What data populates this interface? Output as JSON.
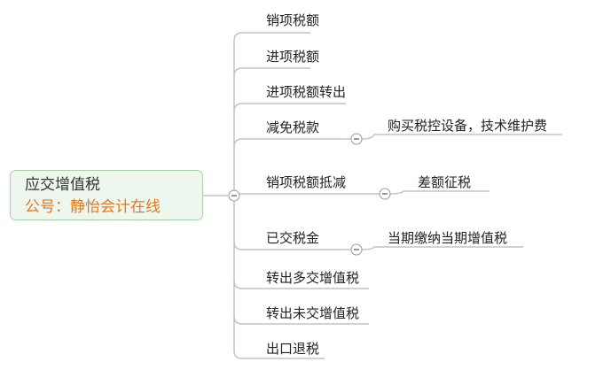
{
  "root": {
    "title": "应交增值税",
    "subtitle": "公号：静怡会计在线"
  },
  "branches": [
    {
      "label": "销项税额"
    },
    {
      "label": "进项税额"
    },
    {
      "label": "进项税额转出"
    },
    {
      "label": "减免税款",
      "child": "购买税控设备，技术维护费"
    },
    {
      "label": "销项税额抵减",
      "child": "差额征税"
    },
    {
      "label": "已交税金",
      "child": "当期缴纳当期增值税"
    },
    {
      "label": "转出多交增值税"
    },
    {
      "label": "转出未交增值税"
    },
    {
      "label": "出口退税"
    }
  ],
  "colors": {
    "line": "#c4c4c4",
    "root_fill": "#eef7ee",
    "root_border": "#a9cfa9",
    "subtitle_text": "#e07a1f"
  }
}
